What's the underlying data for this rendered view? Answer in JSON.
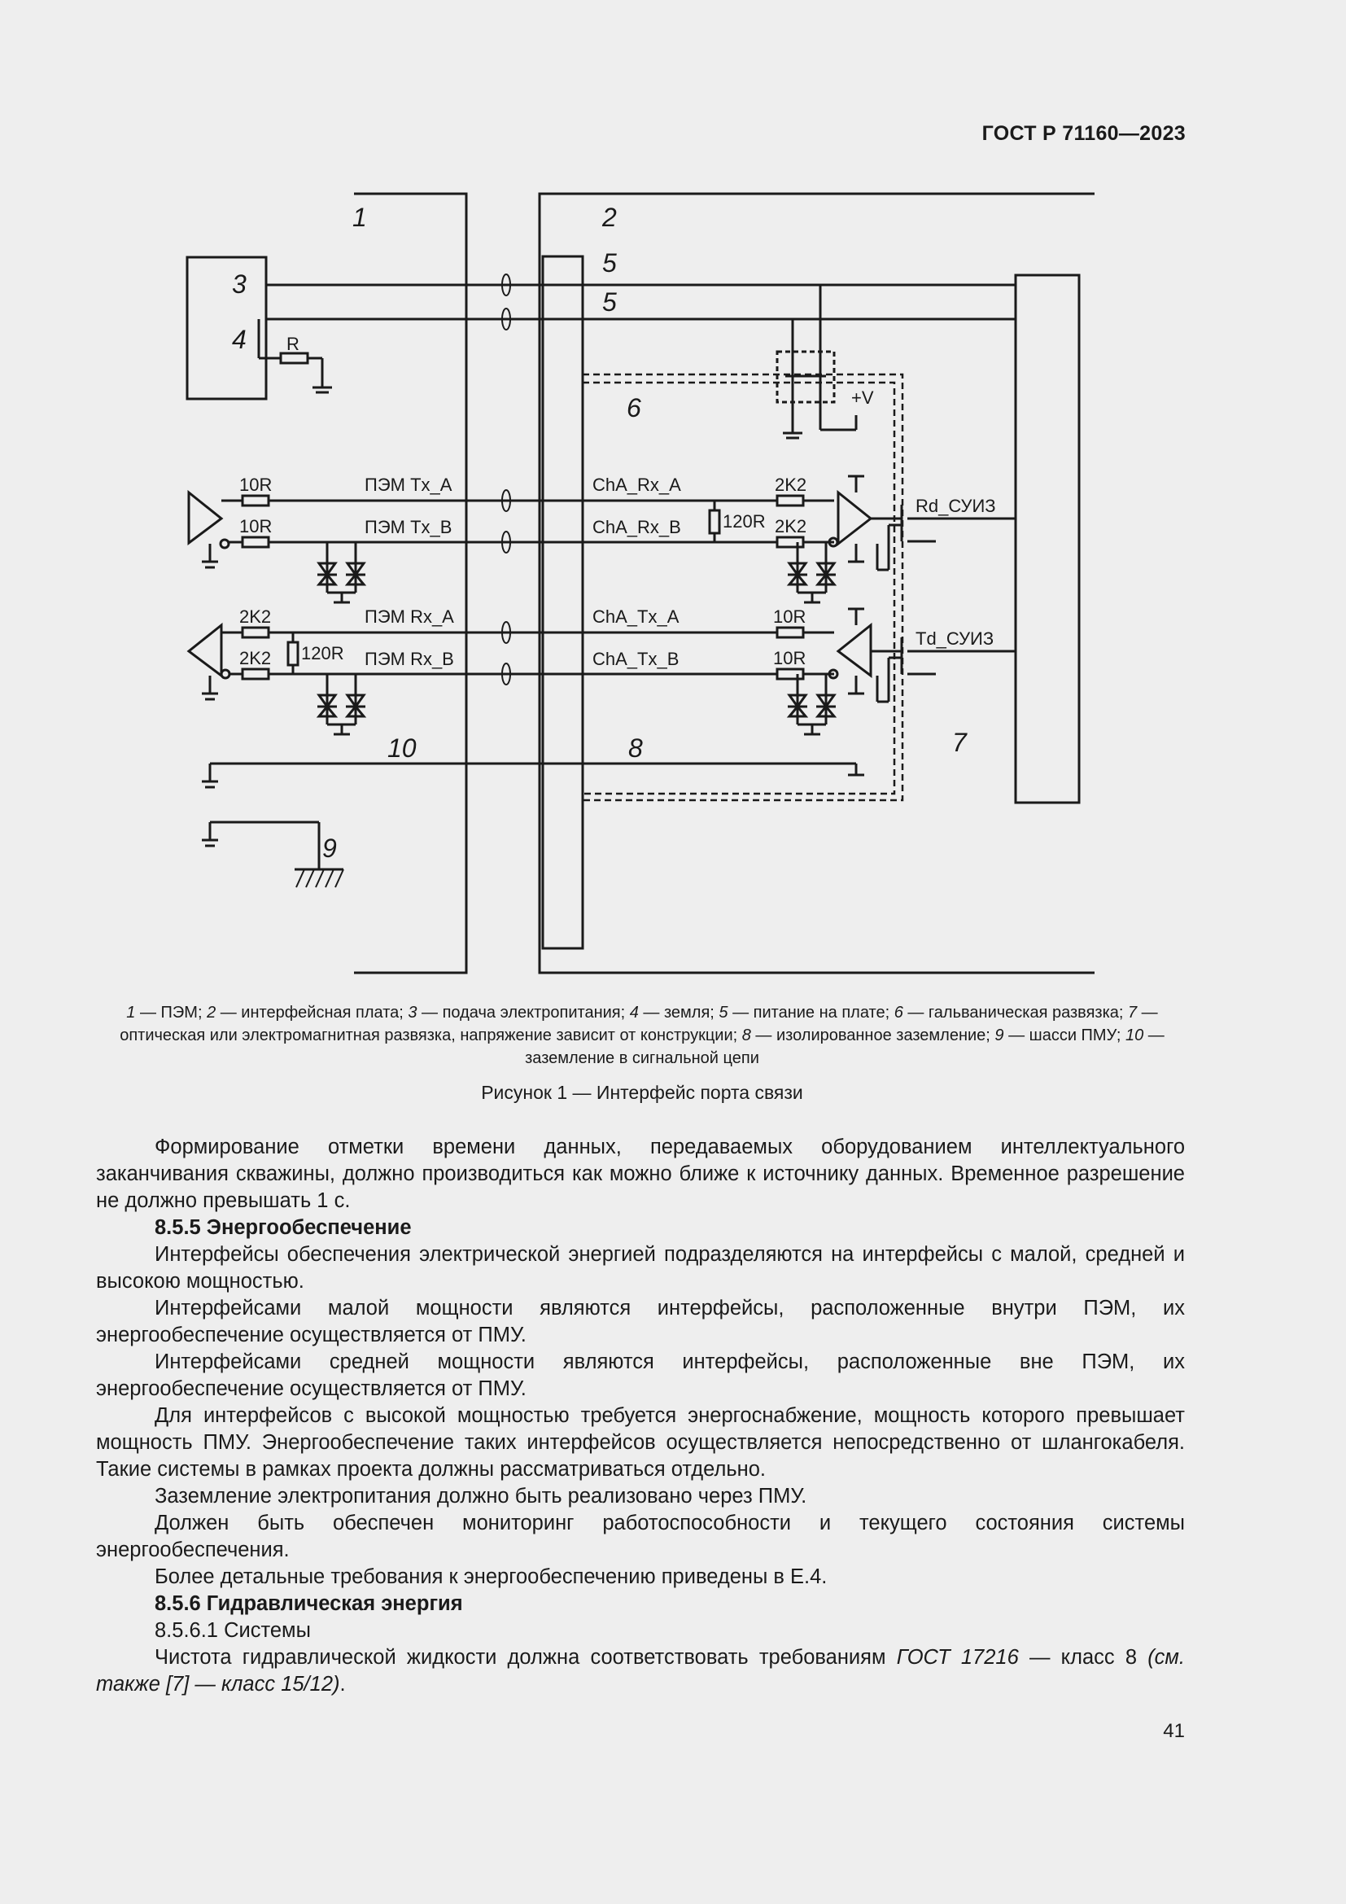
{
  "header": {
    "standard": "ГОСТ Р 71160—2023"
  },
  "figure": {
    "labels": {
      "n1": "1",
      "n2": "2",
      "n3": "3",
      "n4": "4",
      "n5a": "5",
      "n5b": "5",
      "n6": "6",
      "n7": "7",
      "n8": "8",
      "n9": "9",
      "n10": "10",
      "r": "R",
      "vplus": "+V",
      "r_10r_1": "10R",
      "r_10r_2": "10R",
      "pem_tx_a": "ПЭМ Tx_A",
      "pem_tx_b": "ПЭМ Tx_B",
      "cha_rx_a": "ChA_Rx_A",
      "cha_rx_b": "ChA_Rx_B",
      "r_120r_1": "120R",
      "r_2k2_1": "2K2",
      "r_2k2_2": "2K2",
      "rd_suiz": "Rd_СУИЗ",
      "r_2k2_3": "2K2",
      "r_2k2_4": "2K2",
      "r_120r_2": "120R",
      "pem_rx_a": "ПЭМ Rx_A",
      "pem_rx_b": "ПЭМ Rx_B",
      "cha_tx_a": "ChA_Tx_A",
      "cha_tx_b": "ChA_Tx_B",
      "r_10r_3": "10R",
      "r_10r_4": "10R",
      "td_suiz": "Td_СУИЗ"
    },
    "legend": [
      {
        "num": "1",
        "text": " — ПЭМ; "
      },
      {
        "num": "2",
        "text": " — интерфейсная плата; "
      },
      {
        "num": "3",
        "text": " — подача электропитания; "
      },
      {
        "num": "4",
        "text": " — земля; "
      },
      {
        "num": "5",
        "text": " — питание на плате; "
      },
      {
        "num": "6",
        "text": " — гальваническая развязка; "
      },
      {
        "num": "7",
        "text": " — оптическая или электромагнитная развязка, напряжение зависит от конструкции; "
      },
      {
        "num": "8",
        "text": " — изолированное заземление; "
      },
      {
        "num": "9",
        "text": " — шасси ПМУ; "
      },
      {
        "num": "10",
        "text": " — заземление в сигнальной цепи"
      }
    ],
    "caption": "Рисунок 1 — Интерфейс порта связи"
  },
  "body": {
    "p1": "Формирование отметки времени данных, передаваемых оборудованием интеллектуального заканчивания скважины, должно производиться как можно ближе к источнику данных. Временное разрешение не должно превышать 1 с.",
    "h1": "8.5.5 Энергообеспечение",
    "p2": "Интерфейсы обеспечения электрической энергией подразделяются на интерфейсы с малой, средней и высокою мощностью.",
    "p3": "Интерфейсами малой мощности являются интерфейсы, расположенные внутри ПЭМ, их энергообеспечение осуществляется от ПМУ.",
    "p4": "Интерфейсами средней мощности являются интерфейсы, расположенные вне ПЭМ, их энергообеспечение осуществляется от ПМУ.",
    "p5": "Для интерфейсов с высокой мощностью требуется энергоснабжение, мощность которого превышает мощность ПМУ. Энергообеспечение таких интерфейсов осуществляется непосредственно от шлангокабеля. Такие системы в рамках проекта должны рассматриваться отдельно.",
    "p6": "Заземление электропитания должно быть реализовано через ПМУ.",
    "p7": "Должен быть обеспечен мониторинг работоспособности и текущего состояния системы энергообеспечения.",
    "p8": "Более детальные требования к энергообеспечению приведены в Е.4.",
    "h2": "8.5.6 Гидравлическая энергия",
    "p9": "8.5.6.1 Системы",
    "p10_a": "Чистота гидравлической жидкости должна соответствовать требованиям ",
    "p10_b": "ГОСТ 17216",
    "p10_c": " — класс 8 ",
    "p10_d": "(см. также [7] — класс 15/12)",
    "p10_e": "."
  },
  "footer": {
    "page_number": "41"
  }
}
